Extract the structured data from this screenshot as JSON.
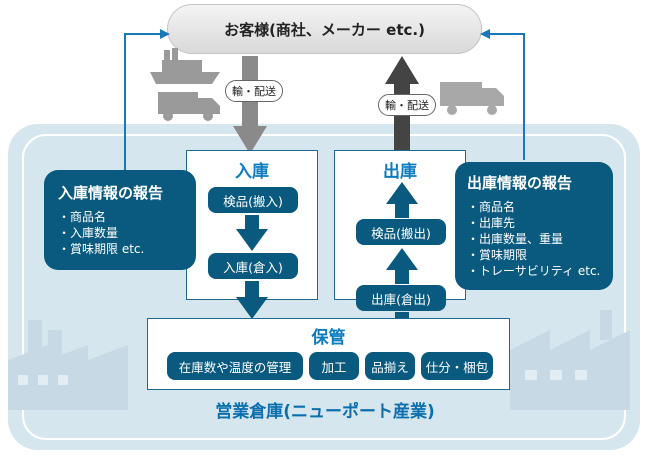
{
  "customer": "お客様(商社、メーカー etc.)",
  "transport_label_in": "輸・配送",
  "transport_label_out": "輸・配送",
  "inbound": {
    "title": "入庫",
    "steps": [
      "検品(搬入)",
      "入庫(倉入)"
    ]
  },
  "outbound": {
    "title": "出庫",
    "steps": [
      "検品(搬出)",
      "出庫(倉出)"
    ]
  },
  "storage": {
    "title": "保管",
    "items": [
      "在庫数や温度の管理",
      "加工",
      "品揃え",
      "仕分・梱包"
    ]
  },
  "report_in": {
    "title": "入庫情報の報告",
    "items": [
      "・商品名",
      "・入庫数量",
      "・賞味期限 etc."
    ]
  },
  "report_out": {
    "title": "出庫情報の報告",
    "items": [
      "・商品名",
      "・出庫先",
      "・出庫数量、重量",
      "・賞味期限",
      "・トレーサビリティ etc."
    ]
  },
  "warehouse_label": "営業倉庫(ニューポート産業)",
  "colors": {
    "dark_teal": "#0a5a7f",
    "title_blue": "#0d7cc0",
    "warehouse_bg": "#d6e6ef",
    "gray_arrow": "#888888",
    "dark_arrow": "#444444"
  }
}
